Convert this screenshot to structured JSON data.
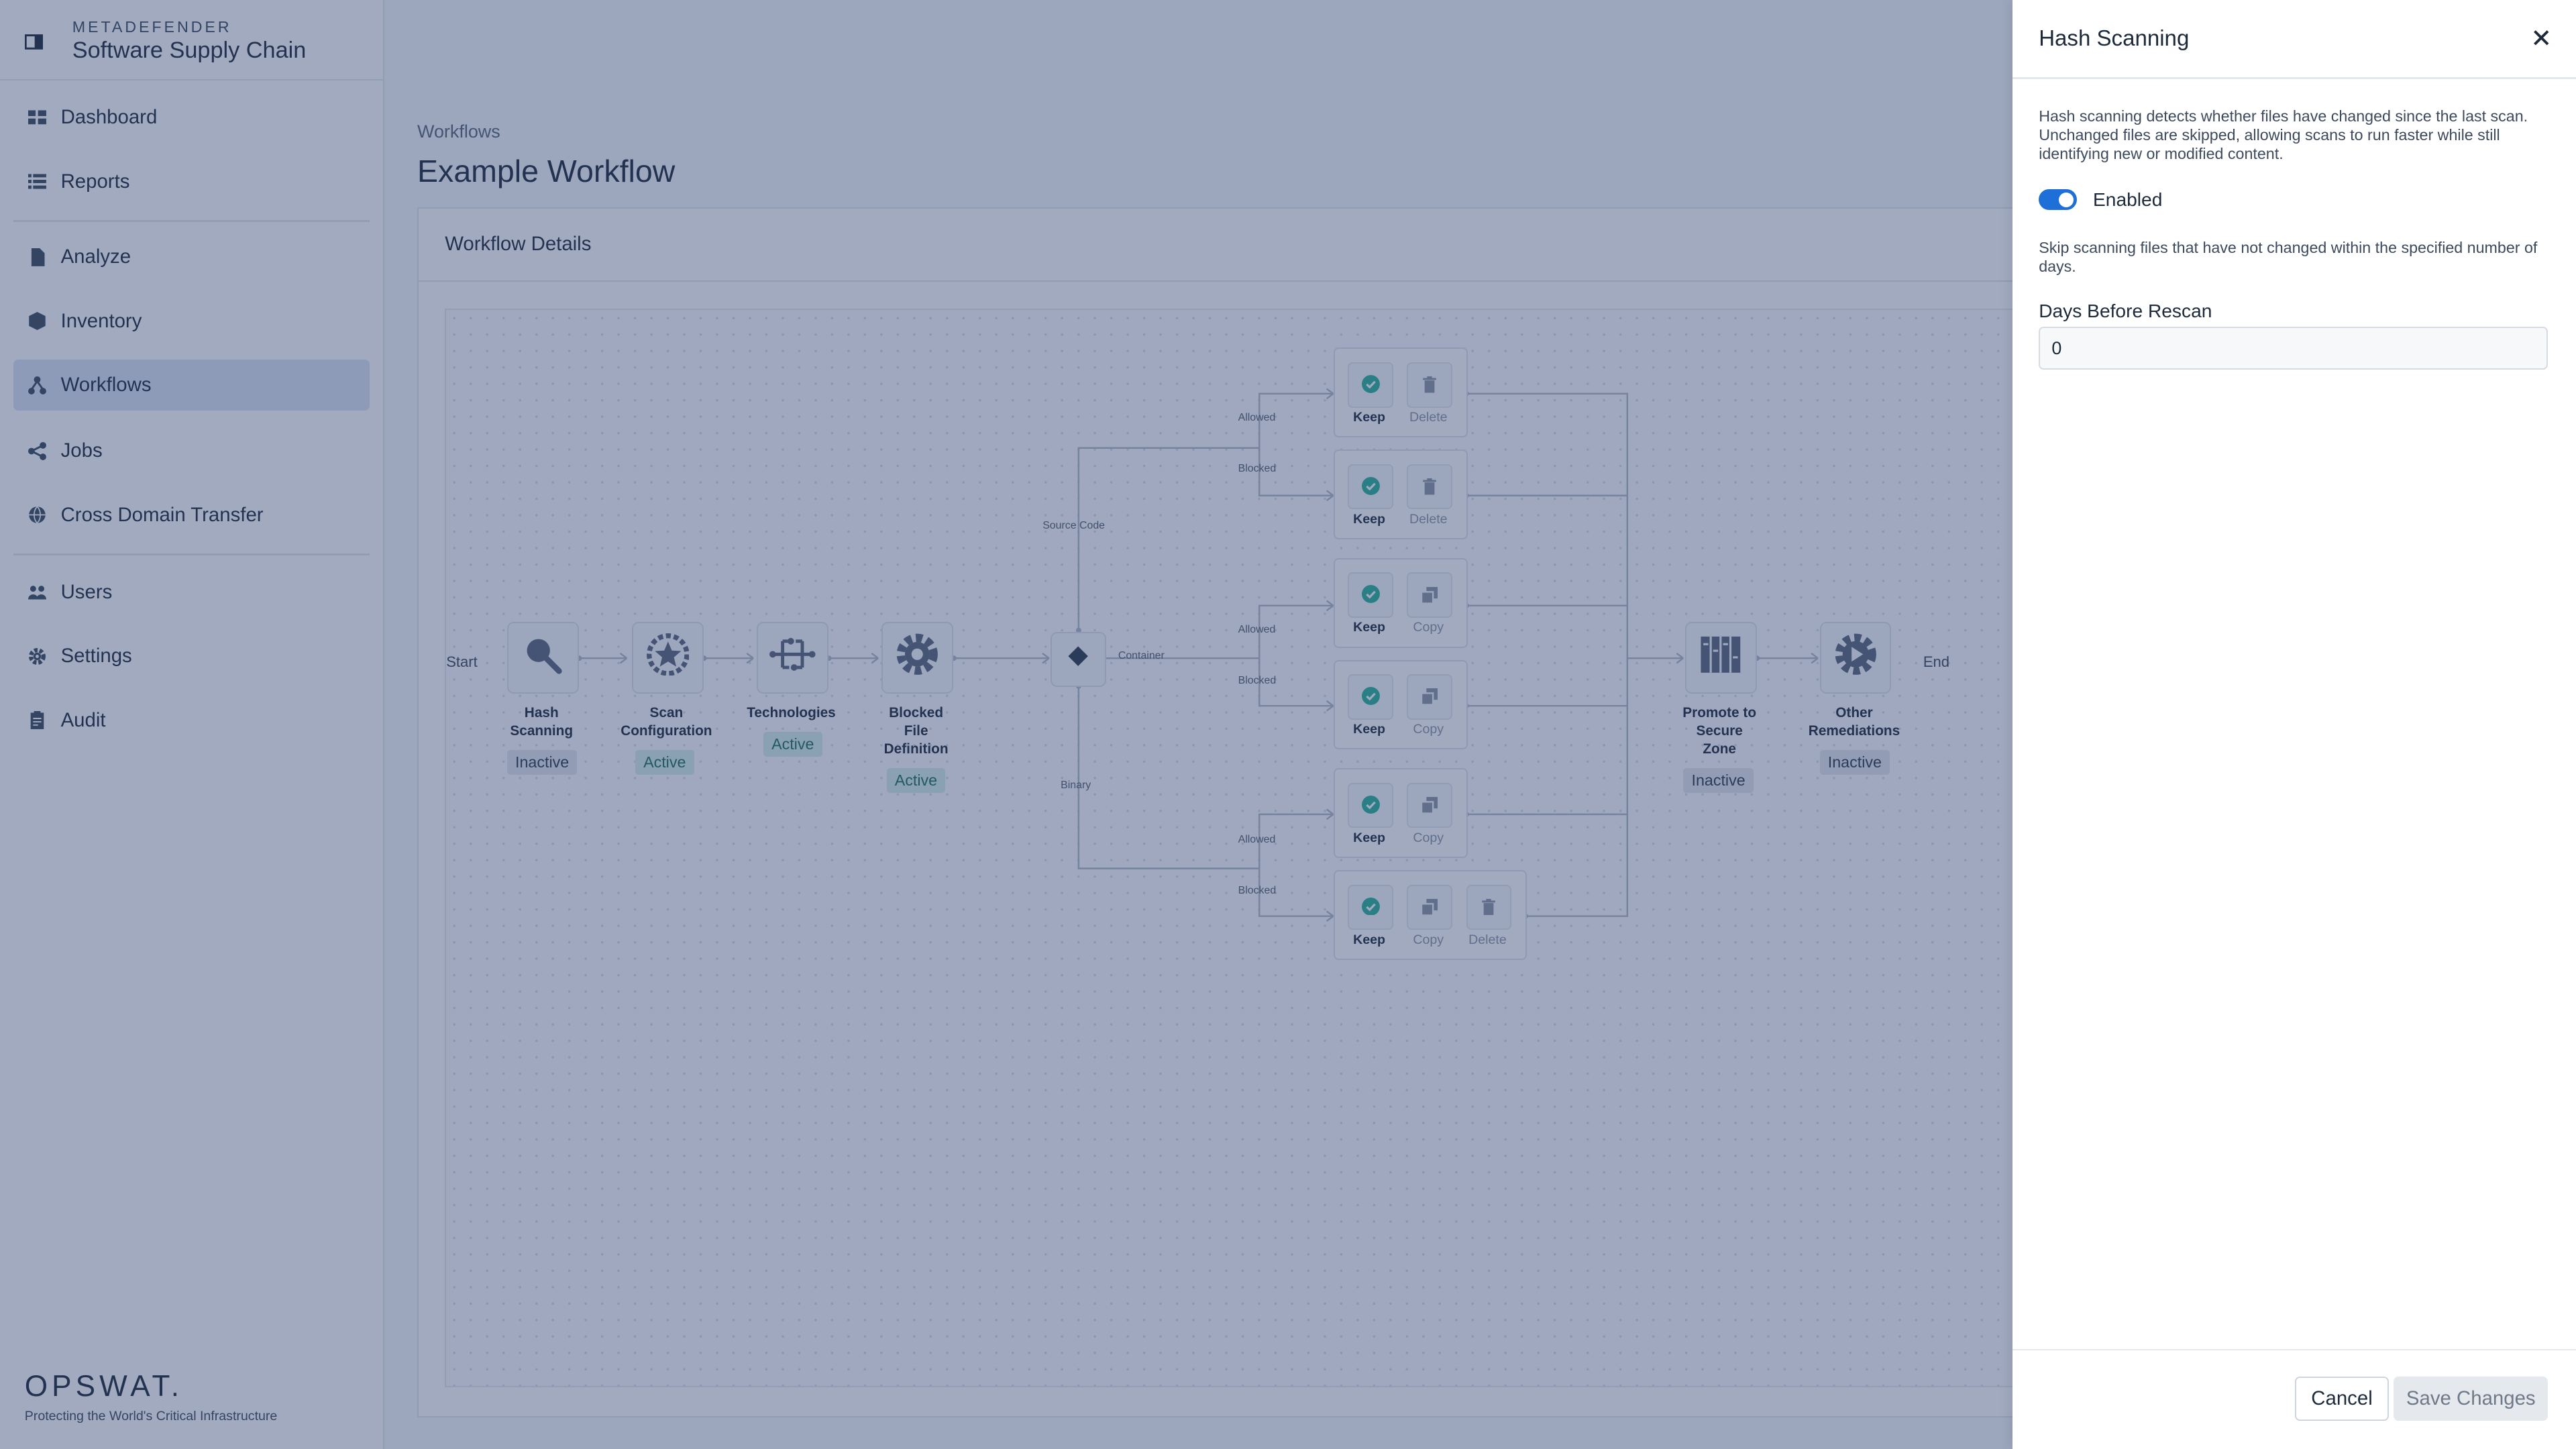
{
  "brand": {
    "top": "METADEFENDER",
    "name": "Software Supply Chain"
  },
  "sidebar": {
    "items": [
      {
        "label": "Dashboard",
        "icon": "dashboard-icon"
      },
      {
        "label": "Reports",
        "icon": "list-icon"
      },
      {
        "label": "Analyze",
        "icon": "file-icon"
      },
      {
        "label": "Inventory",
        "icon": "box-icon"
      },
      {
        "label": "Workflows",
        "icon": "workflow-icon",
        "active": true
      },
      {
        "label": "Jobs",
        "icon": "share-nodes-icon"
      },
      {
        "label": "Cross Domain Transfer",
        "icon": "globe-icon"
      },
      {
        "label": "Users",
        "icon": "users-icon"
      },
      {
        "label": "Settings",
        "icon": "gear-icon"
      },
      {
        "label": "Audit",
        "icon": "clipboard-icon"
      }
    ],
    "logo": "OPSWAT.",
    "tagline": "Protecting the World's Critical Infrastructure"
  },
  "main": {
    "breadcrumb": "Workflows",
    "title": "Example Workflow",
    "card_title": "Workflow Details"
  },
  "workflow": {
    "start": "Start",
    "end": "End",
    "nodes": [
      {
        "label": "Hash\nScanning",
        "status": "Inactive",
        "icon": "magnifier-icon"
      },
      {
        "label": "Scan\nConfiguration",
        "status": "Active",
        "icon": "star-badge-icon"
      },
      {
        "label": "Technologies",
        "status": "Active",
        "icon": "circuit-icon"
      },
      {
        "label": "Blocked\nFile\nDefinition",
        "status": "Active",
        "icon": "gear-icon"
      },
      {
        "label": "Promote to\nSecure\nZone",
        "status": "Inactive",
        "icon": "server-icon"
      },
      {
        "label": "Other\nRemediations",
        "status": "Inactive",
        "icon": "play-gear-icon"
      }
    ],
    "branches": [
      "Source Code",
      "Container",
      "Binary"
    ],
    "edge_labels": {
      "allowed": "Allowed",
      "blocked": "Blocked"
    },
    "actions": {
      "keep": "Keep",
      "delete": "Delete",
      "copy": "Copy"
    },
    "colors": {
      "active_bg": "#d5efe8",
      "inactive_bg": "#e5e8ed",
      "check": "#2bb39b"
    }
  },
  "panel": {
    "title": "Hash Scanning",
    "description": "Hash scanning detects whether files have changed since the last scan. Unchanged files are skipped, allowing scans to run faster while still identifying new or modified content.",
    "toggle_label": "Enabled",
    "toggle_on": true,
    "skip_text": "Skip scanning files that have not changed within the specified number of days.",
    "field_label": "Days Before Rescan",
    "field_value": "0",
    "cancel": "Cancel",
    "save": "Save Changes",
    "colors": {
      "toggle": "#1f6fd9"
    }
  }
}
